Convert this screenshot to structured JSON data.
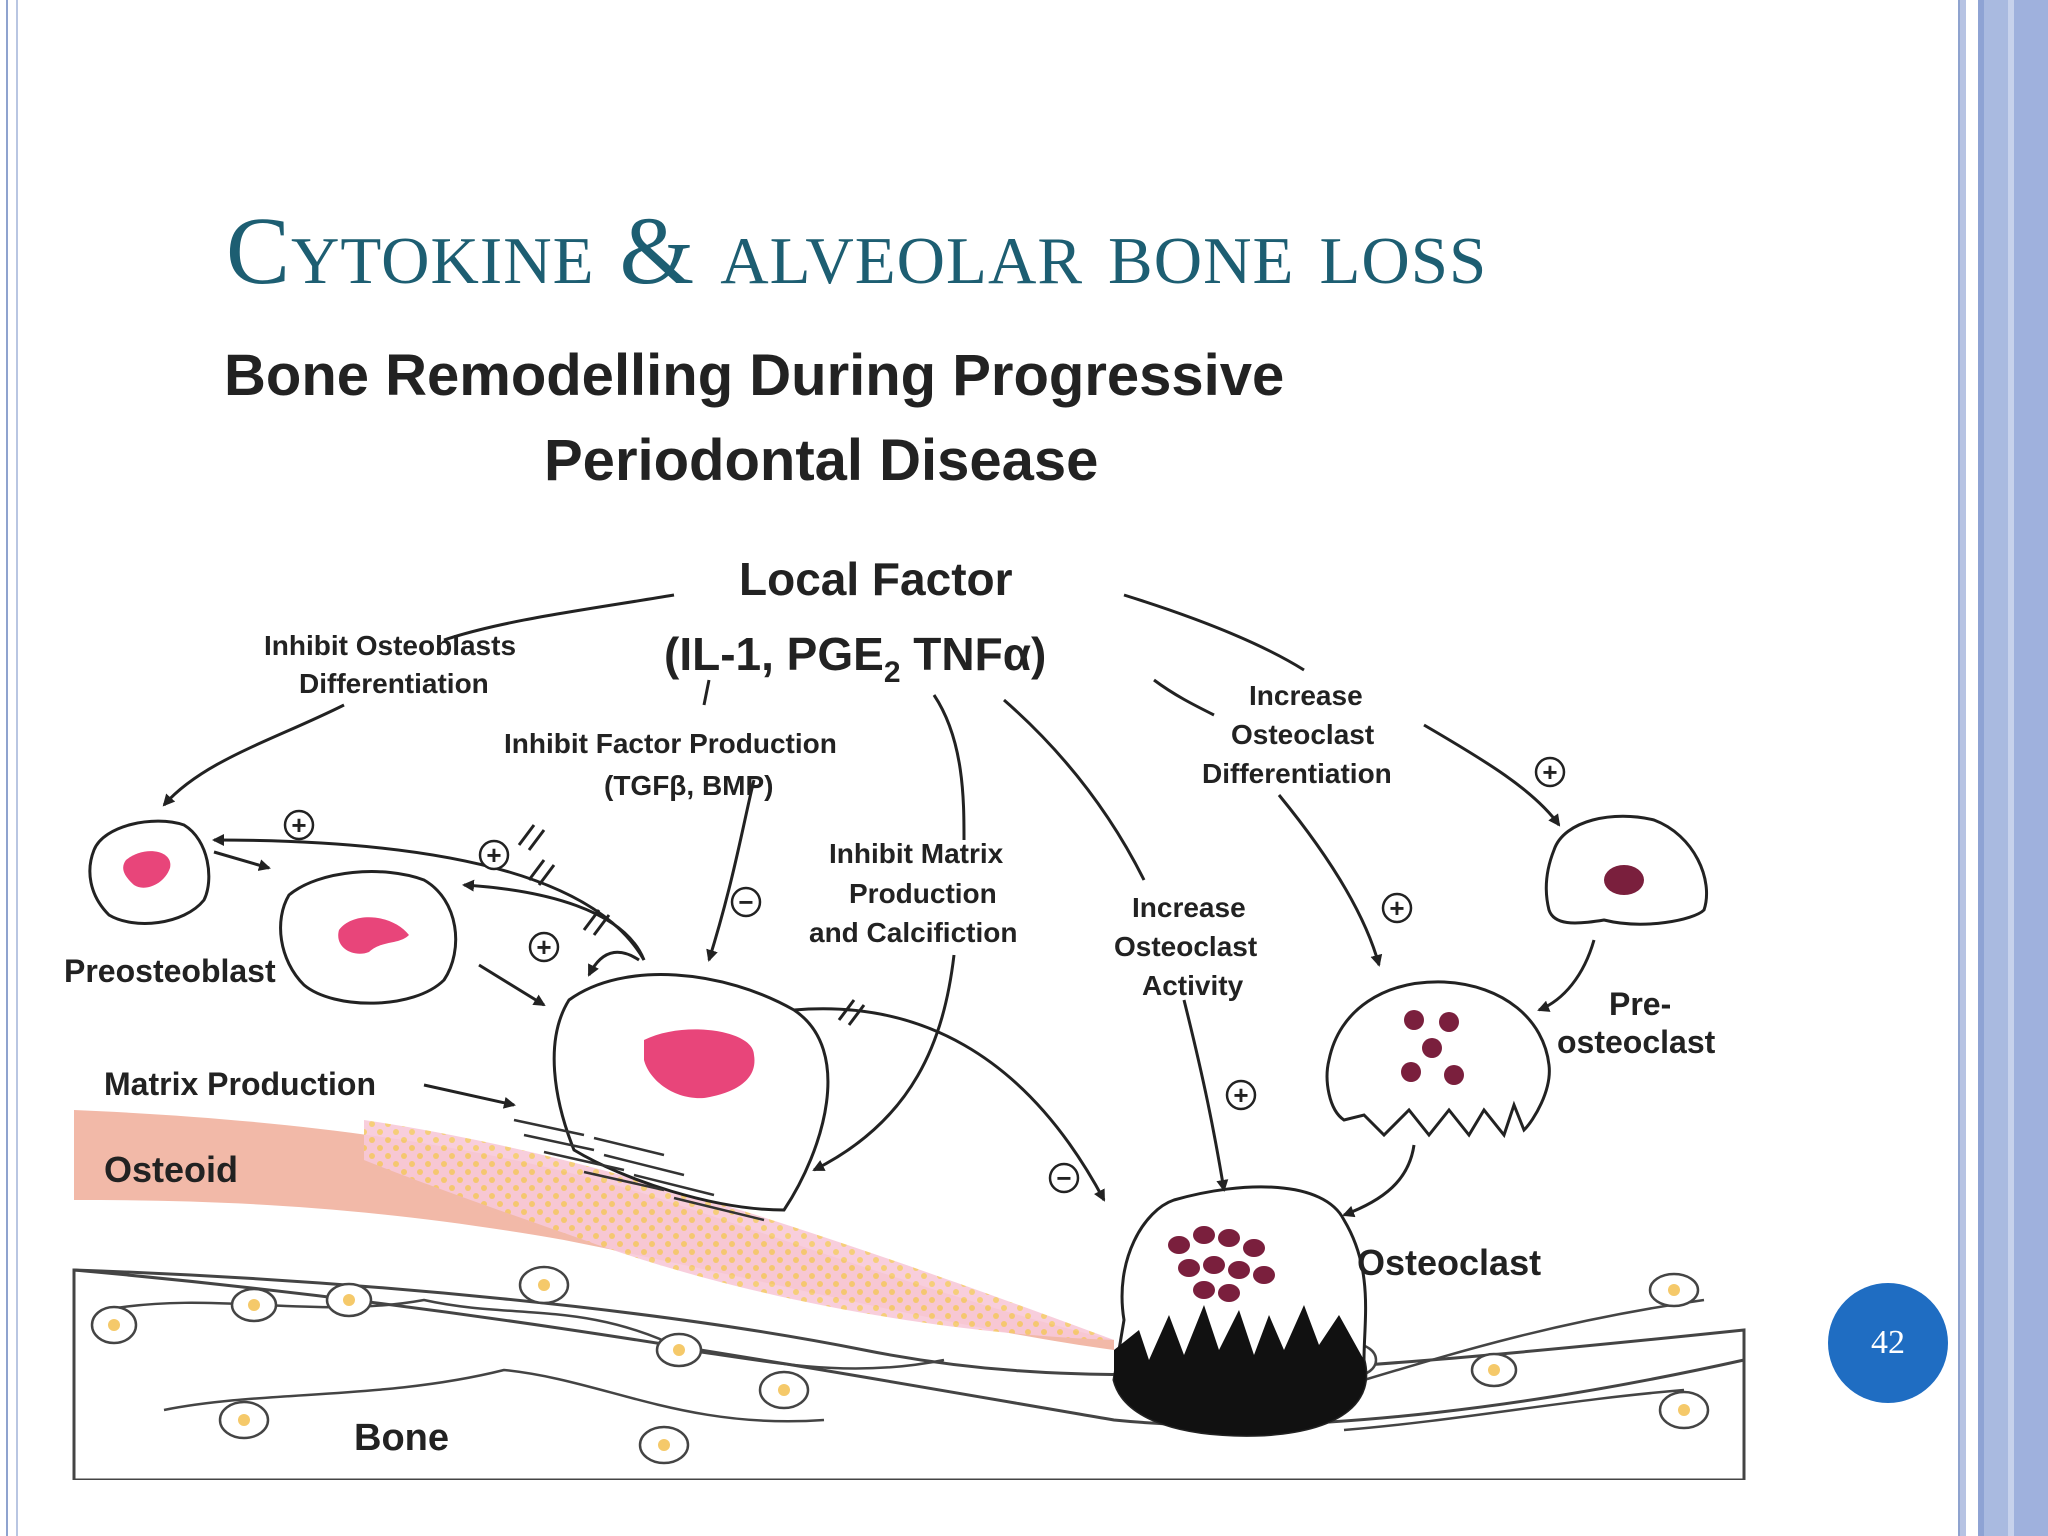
{
  "slide": {
    "title": "Cytokine & alveolar bone loss",
    "page_number": "42"
  },
  "diagram": {
    "title_line1": "Bone Remodelling During Progressive",
    "title_line2": "Periodontal Disease",
    "local_factor": "Local Factor",
    "mediators": {
      "open": "(IL-1, PGE",
      "sub": "2",
      "close": " TNFα)"
    },
    "labels": {
      "inhibit_ob_diff_1": "Inhibit Osteoblasts",
      "inhibit_ob_diff_2": "Differentiation",
      "inhibit_factor_1": "Inhibit Factor Production",
      "inhibit_factor_2": "(TGFβ, BMP)",
      "inhibit_matrix_1": "Inhibit Matrix",
      "inhibit_matrix_2": "Production",
      "inhibit_matrix_3": "and Calcifiction",
      "increase_oc_activity_1": "Increase",
      "increase_oc_activity_2": "Osteoclast",
      "increase_oc_activity_3": "Activity",
      "increase_oc_diff_1": "Increase",
      "increase_oc_diff_2": "Osteoclast",
      "increase_oc_diff_3": "Differentiation",
      "preosteoblast": "Preosteoblast",
      "matrix_production": "Matrix Production",
      "osteoid": "Osteoid",
      "bone": "Bone",
      "osteoclast": "Osteoclast",
      "pre_osteoclast_1": "Pre-",
      "pre_osteoclast_2": "osteoclast"
    },
    "symbols": {
      "plus": "+",
      "minus": "−"
    },
    "colors": {
      "nucleus_pink": "#e8457a",
      "nucleus_dark": "#7a1f3d",
      "osteoid_band": "#f2b9a8",
      "matrix_dots": "#f5c96a",
      "title_teal": "#1d5e72",
      "badge_blue": "#1f6dc2"
    }
  }
}
